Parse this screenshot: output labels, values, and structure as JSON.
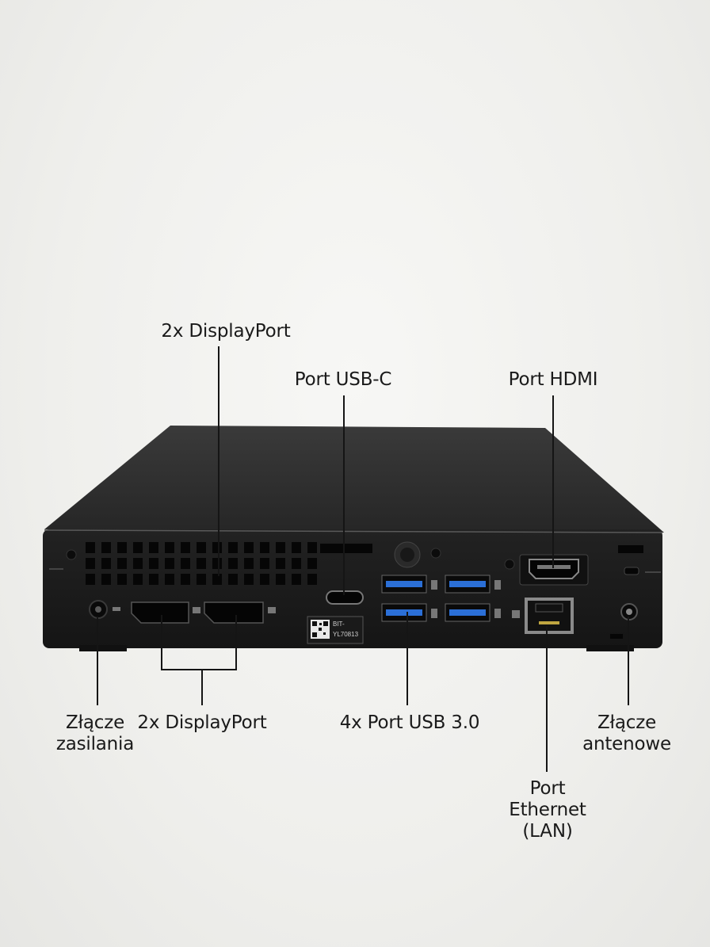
{
  "labels": {
    "displayport_top": "2x DisplayPort",
    "usb_c": "Port USB-C",
    "hdmi": "Port HDMI",
    "power_line1": "Złącze",
    "power_line2": "zasilania",
    "displayport_bottom": "2x DisplayPort",
    "usb3": "4x Port USB 3.0",
    "antenna_line1": "Złącze",
    "antenna_line2": "antenowe",
    "ethernet_line1": "Port",
    "ethernet_line2": "Ethernet",
    "ethernet_line3": "(LAN)"
  },
  "sticker": {
    "line1": "BIT-",
    "line2": "YL70813"
  },
  "colors": {
    "background": "#efefec",
    "chassis": "#1c1c1c",
    "usb_blue": "#2b6fd6",
    "line": "#151515"
  }
}
